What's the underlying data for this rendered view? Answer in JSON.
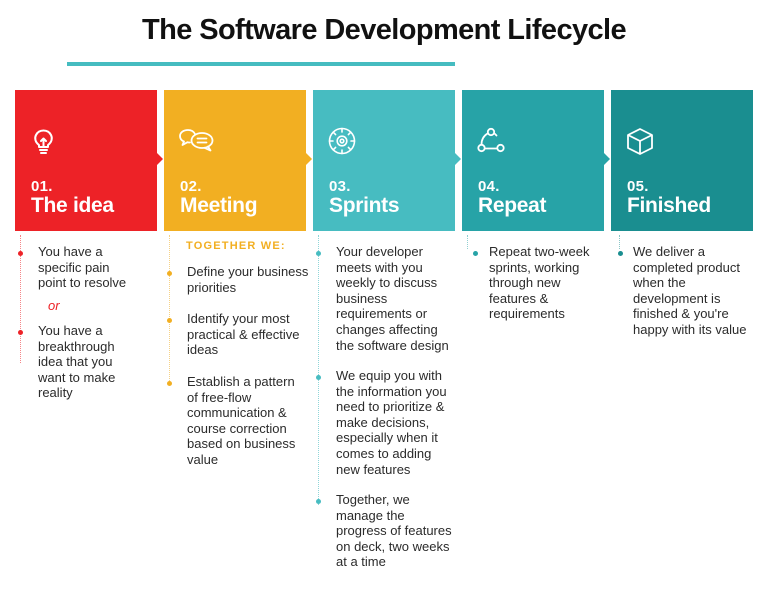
{
  "title": "The Software Development Lifecycle",
  "colors": {
    "title_rule": "#45bcc0",
    "stage1": "#ed2227",
    "stage2": "#f2af22",
    "stage3": "#47bcc1",
    "stage4": "#27a3a7",
    "stage5": "#1a8e90"
  },
  "stages": [
    {
      "number": "01.",
      "name": "The idea",
      "icon": "lightbulb-icon",
      "items": [
        "You have a specific pain point to resolve",
        "You have a breakthrough idea that you want to make reality"
      ],
      "separator": "or"
    },
    {
      "number": "02.",
      "name": "Meeting",
      "icon": "chat-bubbles-icon",
      "heading": "TOGETHER WE:",
      "items": [
        "Define your business priorities",
        "Identify your most practical & effective ideas",
        "Establish a pattern of free-flow communication & course correction based on business value"
      ]
    },
    {
      "number": "03.",
      "name": "Sprints",
      "icon": "gear-cycle-icon",
      "items": [
        "Your developer meets with you weekly to discuss business requirements or changes affecting the software design",
        "We equip you with the information you need to prioritize & make decisions, especially when it comes to adding new features",
        "Together, we manage the progress of features on deck, two weeks at a time"
      ]
    },
    {
      "number": "04.",
      "name": "Repeat",
      "icon": "cycle-nodes-icon",
      "items": [
        "Repeat two-week sprints, working through new features & requirements"
      ]
    },
    {
      "number": "05.",
      "name": "Finished",
      "icon": "box-icon",
      "items": [
        "We deliver a completed product when the development is finished & you're happy with its value"
      ]
    }
  ]
}
